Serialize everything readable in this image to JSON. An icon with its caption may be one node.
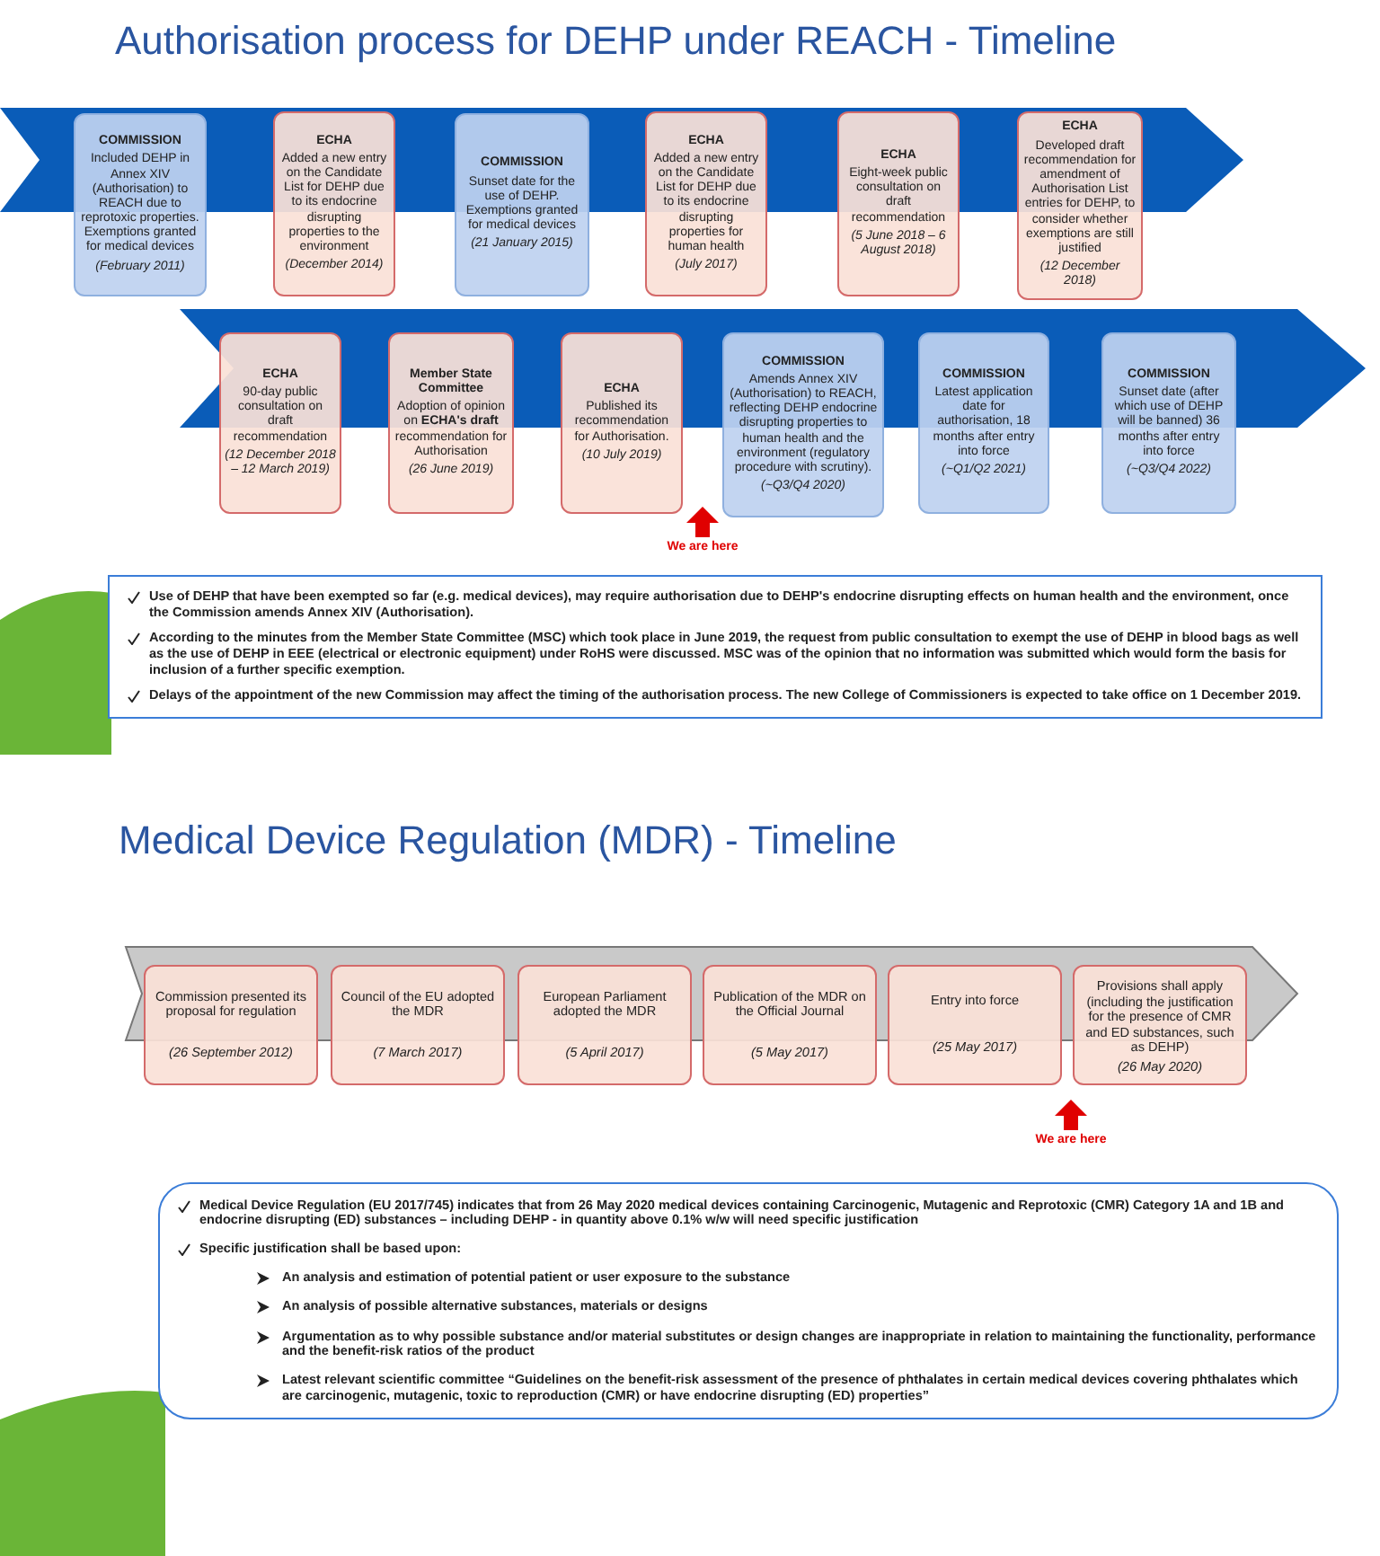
{
  "diagram": {
    "title": "Authorisation process for DEHP under REACH - Timeline",
    "nodes": [
      {
        "text": [
          "COMMISSION",
          "Included DEHP in Annex XIV (Authorisation) to REACH due to reprotoxic properties. Exemptions granted for medical devices",
          "(February 2011)"
        ]
      },
      {
        "text": [
          "ECHA",
          "Added a new entry on the Candidate List for DEHP due to its endocrine disrupting properties to the environment",
          "(December 2014)"
        ]
      },
      {
        "text": [
          "COMMISSION",
          "Sunset date for the use of DEHP. Exemptions granted for medical devices",
          "(21 January 2015)"
        ]
      },
      {
        "text": [
          "ECHA",
          "Added a new entry on the Candidate List for DEHP due to its endocrine disrupting properties for human health",
          "(July 2017)"
        ]
      },
      {
        "text": [
          "ECHA",
          "Eight-week public consultation on draft recommendation",
          "(5 June 2018 – 6 August 2018)"
        ]
      },
      {
        "text": [
          "ECHA",
          "Developed draft recommendation for amendment of Authorisation List entries for DEHP, to consider whether exemptions are still justified",
          "(12 December 2018)"
        ]
      },
      {
        "text": [
          "ECHA",
          "90-day public consultation on draft recommendation",
          "(12 December 2018 – 12 March 2019)"
        ]
      },
      {
        "text": [
          "Member State Committee",
          "Adoption of opinion on **ECHA's draft** recommendation for Authorisation",
          "(26 June 2019)"
        ]
      },
      {
        "text": [
          "ECHA",
          "Published its recommendation for Authorisation.",
          "(10 July 2019)"
        ]
      },
      {
        "text": [
          "COMMISSION",
          "Amends Annex XIV (Authorisation) to REACH, reflecting DEHP endocrine disrupting properties to human health and the environment (regulatory procedure with scrutiny).",
          "(~Q3/Q4 2020)"
        ]
      },
      {
        "text": [
          "COMMISSION",
          "Latest application date for authorisation, 18 months after entry into force",
          "(~Q1/Q2 2021)"
        ]
      },
      {
        "text": [
          "COMMISSION",
          "Sunset date (after which use of DEHP will be banned) 36 months after entry into force",
          "(~Q3/Q4 2022)"
        ]
      },
      {
        "text": [
          "Use of DEHP that have been exempted so far (e.g. medical devices), may require authorisation due to DEHP's endocrine disrupting effects on human health and the environment, once the Commission amends Annex XIV (Authorisation).",
          "According to the minutes from the Member State Committee (MSC) which took place in June 2019, the request from public consultation to exempt the use of DEHP in blood bags as well as the use of DEHP in EEE (electrical or electronic equipment) under RoHS were discussed. MSC was of the opinion that no information was submitted which would form the basis for inclusion of a further specific exemption.",
          "Delays of the appointment of the new Commission may affect the timing of the authorisation process. The new College of Commissioners is expected to take office on 1 December 2019."
        ]
      },
      {
        "text": [
          "Commission presented its proposal for regulation",
          "(26 September 2012)"
        ]
      },
      {
        "text": [
          "Council of the EU adopted the MDR",
          "(7 March 2017)"
        ]
      },
      {
        "text": [
          "European Parliament adopted the MDR",
          "(5 April 2017)"
        ]
      },
      {
        "text": [
          "Publication of the MDR on the Official Journal",
          "(5 May 2017)"
        ]
      },
      {
        "text": [
          "Entry into force",
          "(25 May 2017)"
        ]
      },
      {
        "text": [
          "Provisions shall apply (including the justification for the presence of CMR and ED substances, such as DEHP)",
          "(26 May 2020)"
        ]
      },
      {
        "text": [
          "We are here"
        ]
      },
      {
        "text": [
          "We are here"
        ]
      },
      {
        "text": [
          "Medical Device Regulation (EU 2017/745) indicates that from 26 May 2020 medical devices containing Carcinogenic, Mutagenic and Reprotoxic (CMR) Category 1A and 1B and endocrine disrupting (ED) substances – including DEHP - in quantity above 0.1% w/w will need specific justification",
          "Specific justification shall be based upon:",
          "An analysis and estimation of potential patient or user exposure to the substance",
          "An analysis of possible alternative substances, materials or designs",
          "Argumentation as to why possible substance and/or material substitutes or design changes are inappropriate in relation to maintaining the functionality, performance and the benefit-risk ratios of the product",
          "Latest relevant scientific committee “Guidelines on the benefit-risk assessment of the presence of phthalates in certain medical devices covering phthalates which are carcinogenic, mutagenic, toxic to reproduction (CMR) or have endocrine disrupting (ED) properties”"
        ]
      }
    ],
    "labels": [
      "Medical Device Regulation (MDR) - Timeline"
    ]
  }
}
